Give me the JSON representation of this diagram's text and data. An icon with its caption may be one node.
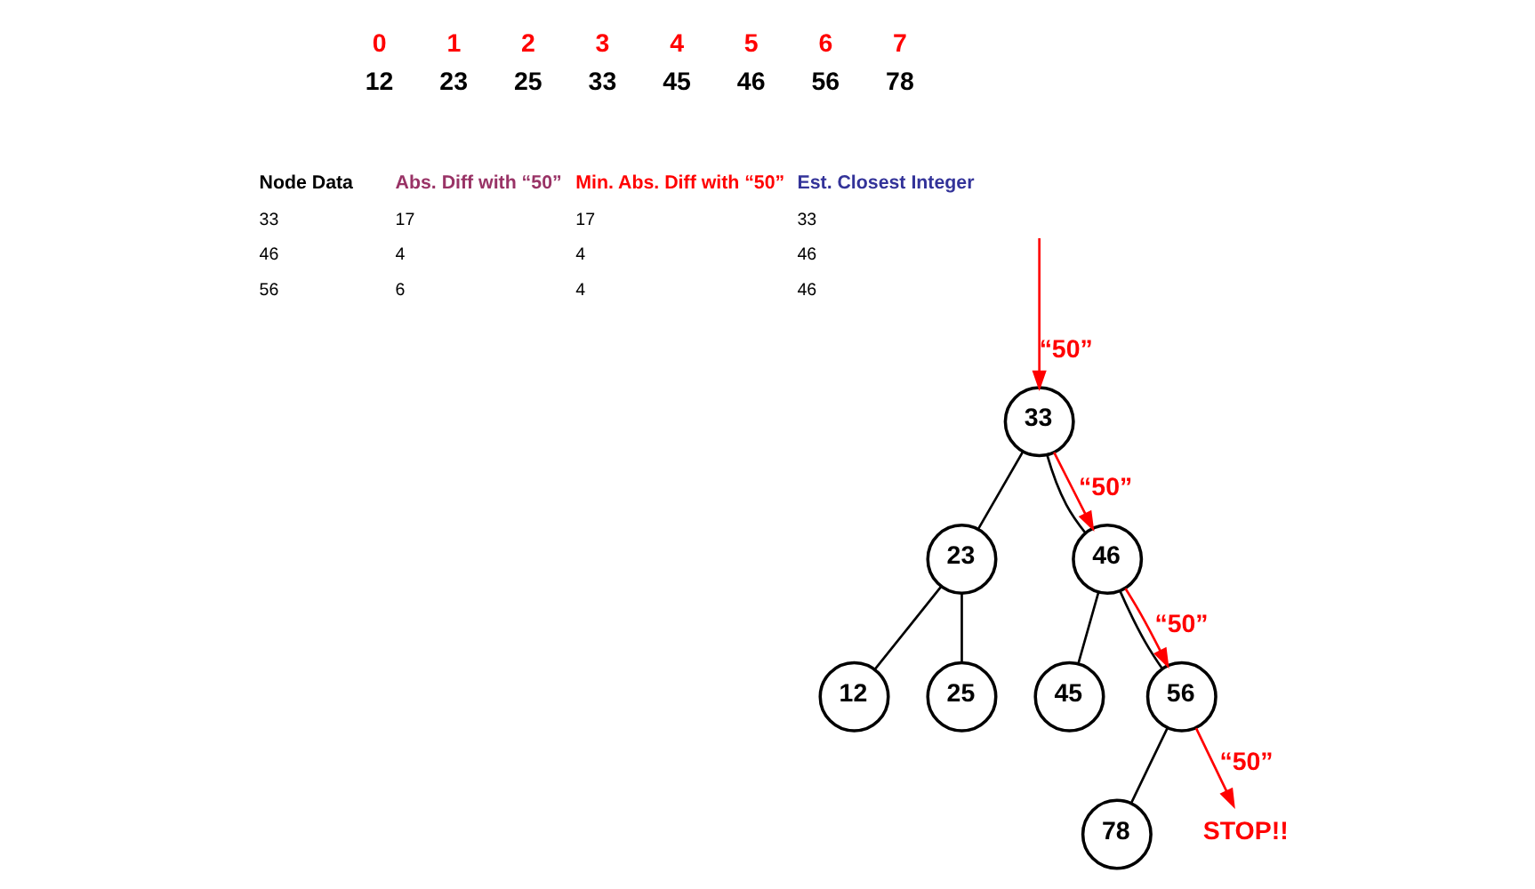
{
  "diagram": {
    "nodes": [
      {
        "text": [
          "33"
        ]
      },
      {
        "text": [
          "23"
        ]
      },
      {
        "text": [
          "46"
        ]
      },
      {
        "text": [
          "12"
        ]
      },
      {
        "text": [
          "25"
        ]
      },
      {
        "text": [
          "45"
        ]
      },
      {
        "text": [
          "56"
        ]
      },
      {
        "text": [
          "78"
        ]
      },
      {
        "text": [
          "STOP!!"
        ]
      }
    ],
    "edges": [
      {
        "from": 0,
        "to": 1,
        "arrow": "none"
      },
      {
        "from": 0,
        "to": 2,
        "arrow": "none"
      },
      {
        "from": 1,
        "to": 3,
        "arrow": "none"
      },
      {
        "from": 1,
        "to": 4,
        "arrow": "none"
      },
      {
        "from": 2,
        "to": 5,
        "arrow": "none"
      },
      {
        "from": 2,
        "to": 6,
        "arrow": "none"
      },
      {
        "from": 6,
        "to": 7,
        "arrow": "none"
      },
      {
        "from": null,
        "to": 0,
        "arrow": "to",
        "label": "“50”",
        "color": "#ff0000"
      },
      {
        "from": 0,
        "to": 2,
        "arrow": "to",
        "label": "“50”",
        "color": "#ff0000"
      },
      {
        "from": 2,
        "to": 6,
        "arrow": "to",
        "label": "“50”",
        "color": "#ff0000"
      },
      {
        "from": 6,
        "to": 8,
        "arrow": "to",
        "label": "“50”",
        "color": "#ff0000"
      }
    ],
    "labels": [
      "0",
      "1",
      "2",
      "3",
      "4",
      "5",
      "6",
      "7",
      "12",
      "23",
      "25",
      "33",
      "45",
      "46",
      "56",
      "78",
      "Node Data",
      "Abs. Diff with “50”",
      "Min. Abs. Diff with “50”",
      "Est. Closest Integer",
      "33",
      "17",
      "17",
      "33",
      "46",
      "4",
      "4",
      "46",
      "56",
      "6",
      "4",
      "46"
    ]
  }
}
